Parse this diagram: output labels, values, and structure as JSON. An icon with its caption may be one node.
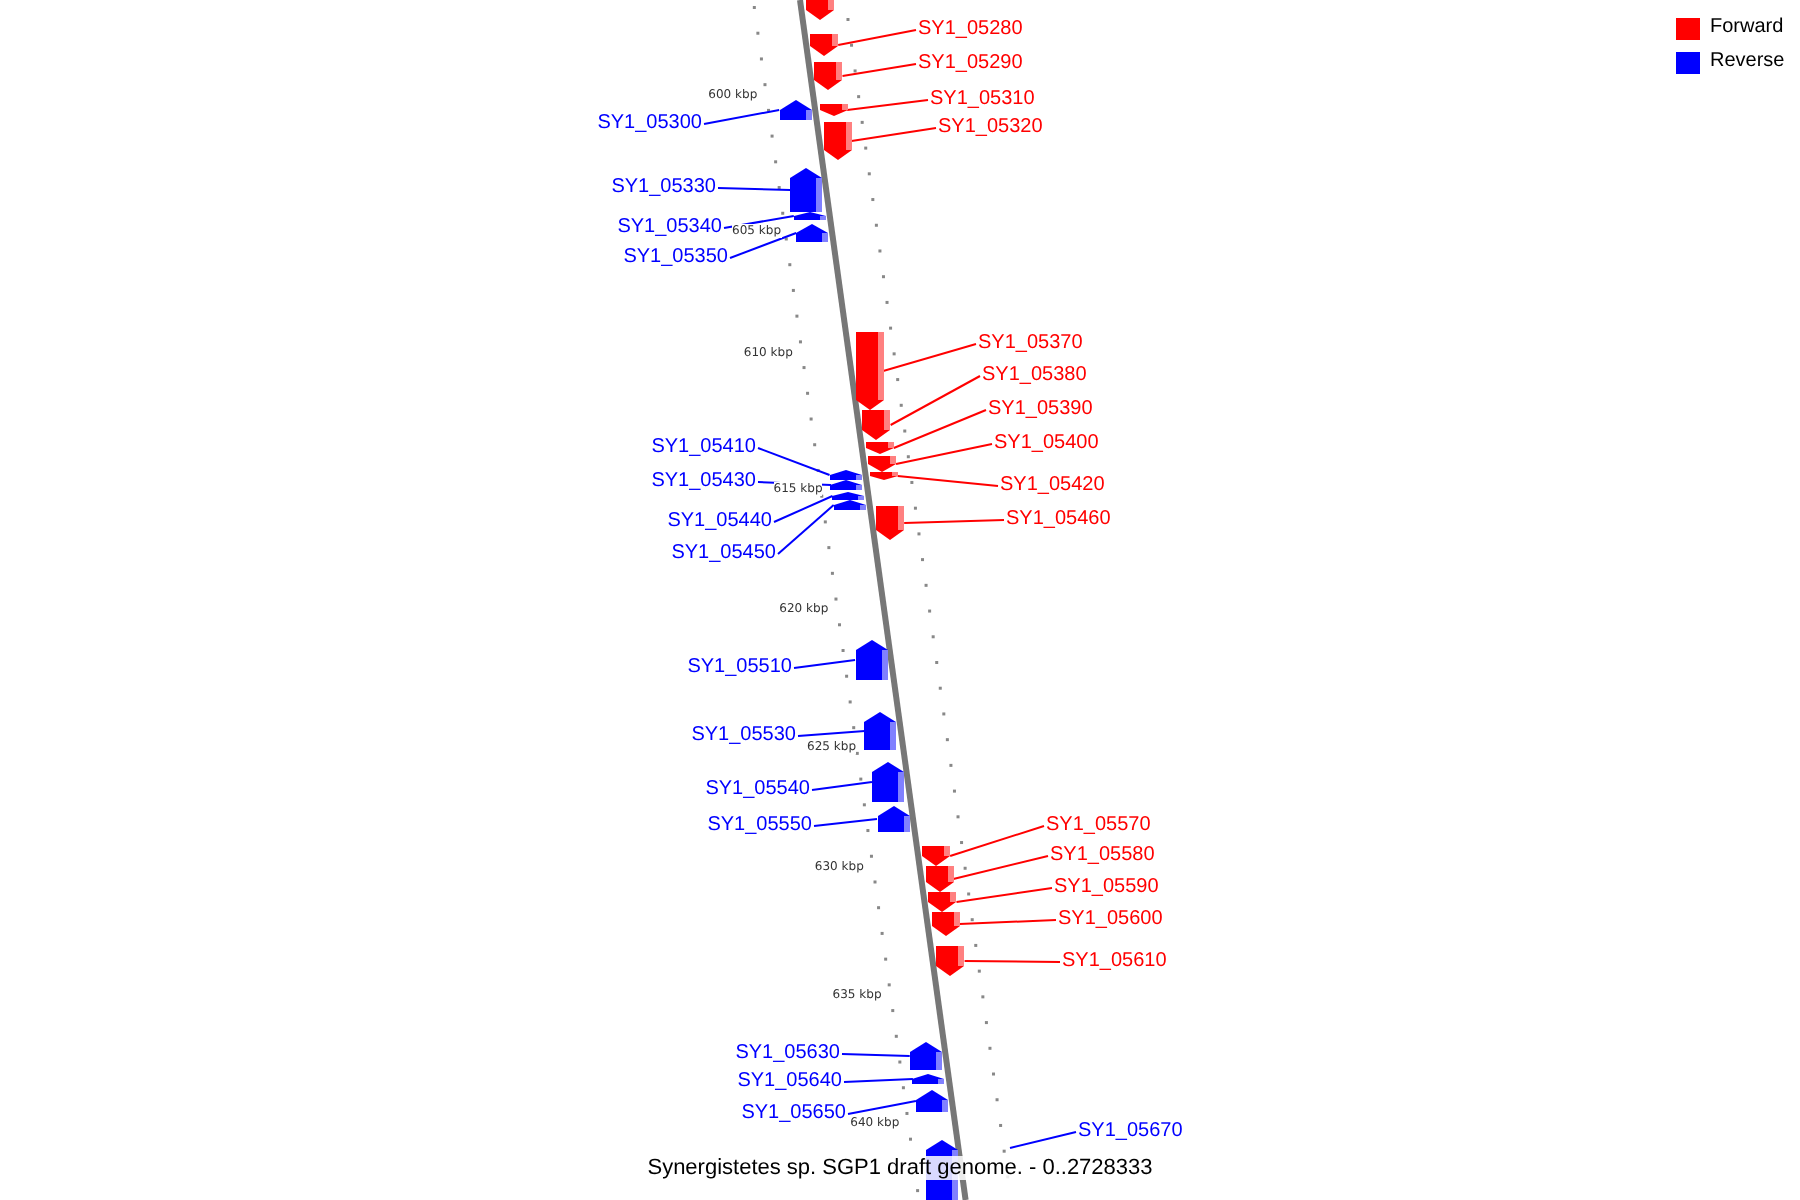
{
  "diagram": {
    "caption": "Synergistetes sp. SGP1 draft genome. - 0..2728333",
    "nodes": [
      {
        "text": [],
        "shape": "bar"
      },
      {
        "text": [
          "SY1_05280"
        ]
      },
      {
        "text": [],
        "shape": "bar"
      },
      {
        "text": [
          "SY1_05290"
        ]
      },
      {
        "text": [],
        "shape": "bar"
      },
      {
        "text": [
          "SY1_05300"
        ]
      },
      {
        "text": [],
        "shape": "bar"
      },
      {
        "text": [
          "SY1_05310"
        ]
      },
      {
        "text": [],
        "shape": "bar"
      },
      {
        "text": [
          "SY1_05320"
        ]
      },
      {
        "text": [],
        "shape": "bar"
      },
      {
        "text": [
          "SY1_05330"
        ]
      },
      {
        "text": [],
        "shape": "bar"
      },
      {
        "text": [
          "SY1_05340"
        ]
      },
      {
        "text": [],
        "shape": "bar"
      },
      {
        "text": [
          "SY1_05350"
        ]
      },
      {
        "text": [],
        "shape": "bar"
      },
      {
        "text": [
          "SY1_05370"
        ]
      },
      {
        "text": [],
        "shape": "bar"
      },
      {
        "text": [
          "SY1_05380"
        ]
      },
      {
        "text": [],
        "shape": "bar"
      },
      {
        "text": [
          "SY1_05390"
        ]
      },
      {
        "text": [],
        "shape": "bar"
      },
      {
        "text": [
          "SY1_05400"
        ]
      },
      {
        "text": [],
        "shape": "bar"
      },
      {
        "text": [
          "SY1_05410"
        ]
      },
      {
        "text": [],
        "shape": "bar"
      },
      {
        "text": [
          "SY1_05420"
        ]
      },
      {
        "text": [],
        "shape": "bar"
      },
      {
        "text": [
          "SY1_05430"
        ]
      },
      {
        "text": [],
        "shape": "bar"
      },
      {
        "text": [
          "SY1_05440"
        ]
      },
      {
        "text": [],
        "shape": "bar"
      },
      {
        "text": [
          "SY1_05450"
        ]
      },
      {
        "text": [],
        "shape": "bar"
      },
      {
        "text": [
          "SY1_05460"
        ]
      },
      {
        "text": [],
        "shape": "bar"
      },
      {
        "text": [
          "SY1_05510"
        ]
      },
      {
        "text": [],
        "shape": "bar"
      },
      {
        "text": [
          "SY1_05530"
        ]
      },
      {
        "text": [],
        "shape": "bar"
      },
      {
        "text": [
          "SY1_05540"
        ]
      },
      {
        "text": [],
        "shape": "bar"
      },
      {
        "text": [
          "SY1_05550"
        ]
      },
      {
        "text": [],
        "shape": "bar"
      },
      {
        "text": [
          "SY1_05570"
        ]
      },
      {
        "text": [],
        "shape": "bar"
      },
      {
        "text": [
          "SY1_05580"
        ]
      },
      {
        "text": [],
        "shape": "bar"
      },
      {
        "text": [
          "SY1_05590"
        ]
      },
      {
        "text": [],
        "shape": "bar"
      },
      {
        "text": [
          "SY1_05600"
        ]
      },
      {
        "text": [],
        "shape": "bar"
      },
      {
        "text": [
          "SY1_05610"
        ]
      },
      {
        "text": [],
        "shape": "bar"
      },
      {
        "text": [
          "SY1_05630"
        ]
      },
      {
        "text": [],
        "shape": "bar"
      },
      {
        "text": [
          "SY1_05640"
        ]
      },
      {
        "text": [],
        "shape": "bar"
      },
      {
        "text": [
          "SY1_05650"
        ]
      },
      {
        "text": [],
        "shape": "bar"
      },
      {
        "text": [
          "SY1_05670"
        ]
      },
      {
        "text": [],
        "shape": "bar"
      }
    ],
    "edges": [
      {
        "from": 1,
        "to": 2,
        "arrow": "none",
        "color": "#ff0000"
      },
      {
        "from": 3,
        "to": 4,
        "arrow": "none",
        "color": "#ff0000"
      },
      {
        "from": 5,
        "to": 6,
        "arrow": "none",
        "color": "#0000ff"
      },
      {
        "from": 7,
        "to": 8,
        "arrow": "none",
        "color": "#ff0000"
      },
      {
        "from": 9,
        "to": 10,
        "arrow": "none",
        "color": "#ff0000"
      },
      {
        "from": 11,
        "to": 12,
        "arrow": "none",
        "color": "#0000ff"
      },
      {
        "from": 13,
        "to": 14,
        "arrow": "none",
        "color": "#0000ff"
      },
      {
        "from": 15,
        "to": 16,
        "arrow": "none",
        "color": "#0000ff"
      },
      {
        "from": 17,
        "to": 18,
        "arrow": "none",
        "color": "#ff0000"
      },
      {
        "from": 19,
        "to": 20,
        "arrow": "none",
        "color": "#ff0000"
      },
      {
        "from": 21,
        "to": 22,
        "arrow": "none",
        "color": "#ff0000"
      },
      {
        "from": 23,
        "to": 24,
        "arrow": "none",
        "color": "#ff0000"
      },
      {
        "from": 25,
        "to": 26,
        "arrow": "none",
        "color": "#0000ff"
      },
      {
        "from": 27,
        "to": 28,
        "arrow": "none",
        "color": "#ff0000"
      },
      {
        "from": 29,
        "to": 30,
        "arrow": "none",
        "color": "#0000ff"
      },
      {
        "from": 31,
        "to": 32,
        "arrow": "none",
        "color": "#0000ff"
      },
      {
        "from": 33,
        "to": 34,
        "arrow": "none",
        "color": "#0000ff"
      },
      {
        "from": 35,
        "to": 36,
        "arrow": "none",
        "color": "#ff0000"
      },
      {
        "from": 37,
        "to": 38,
        "arrow": "none",
        "color": "#0000ff"
      },
      {
        "from": 39,
        "to": 40,
        "arrow": "none",
        "color": "#0000ff"
      },
      {
        "from": 41,
        "to": 42,
        "arrow": "none",
        "color": "#0000ff"
      },
      {
        "from": 43,
        "to": 44,
        "arrow": "none",
        "color": "#0000ff"
      },
      {
        "from": 45,
        "to": 46,
        "arrow": "none",
        "color": "#ff0000"
      },
      {
        "from": 47,
        "to": 48,
        "arrow": "none",
        "color": "#ff0000"
      },
      {
        "from": 49,
        "to": 50,
        "arrow": "none",
        "color": "#ff0000"
      },
      {
        "from": 51,
        "to": 52,
        "arrow": "none",
        "color": "#ff0000"
      },
      {
        "from": 53,
        "to": 54,
        "arrow": "none",
        "color": "#ff0000"
      },
      {
        "from": 55,
        "to": 56,
        "arrow": "none",
        "color": "#0000ff"
      },
      {
        "from": 57,
        "to": 58,
        "arrow": "none",
        "color": "#0000ff"
      },
      {
        "from": 59,
        "to": 60,
        "arrow": "none",
        "color": "#0000ff"
      },
      {
        "from": 61,
        "to": null,
        "arrow": "none",
        "color": "#0000ff"
      }
    ],
    "labels": [
      "600 kbp",
      "605 kbp",
      "610 kbp",
      "615 kbp",
      "620 kbp",
      "625 kbp",
      "630 kbp",
      "635 kbp",
      "640 kbp"
    ],
    "legend": [
      {
        "text": "Forward",
        "color": "#ff0000"
      },
      {
        "text": "Reverse",
        "color": "#0000ff"
      }
    ]
  }
}
